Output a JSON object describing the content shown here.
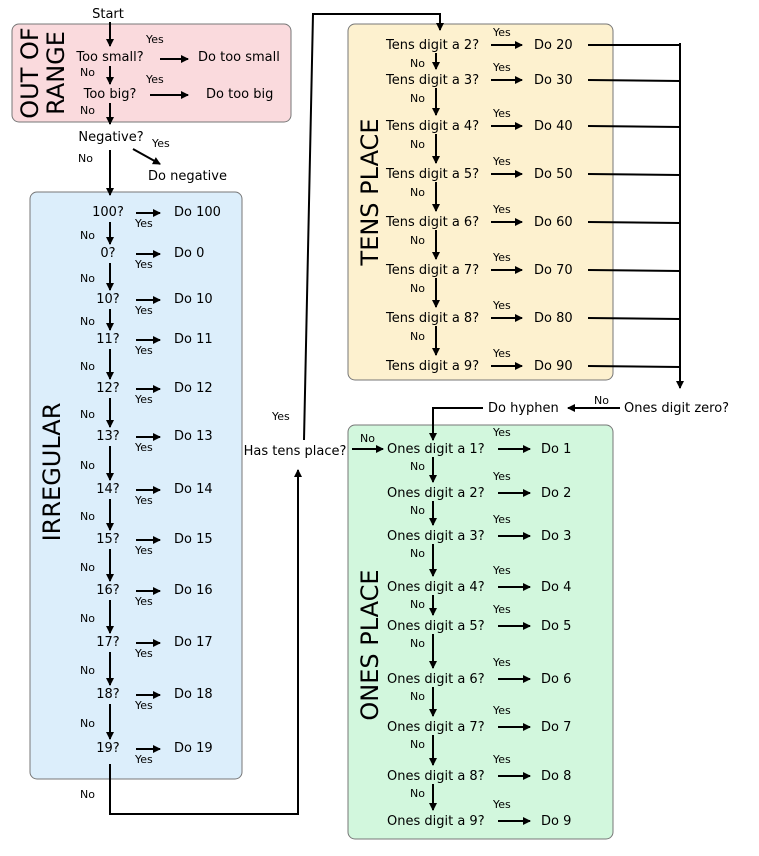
{
  "sections": {
    "out_of_range": [
      "OUT OF",
      "RANGE"
    ],
    "irregular": "IRREGULAR",
    "tens_place": "TENS PLACE",
    "ones_place": "ONES PLACE"
  },
  "labels": {
    "start": "Start",
    "too_small": "Too small?",
    "do_too_small": "Do too small",
    "too_big": "Too big?",
    "do_too_big": "Do too big",
    "negative": "Negative?",
    "do_negative": "Do negative",
    "has_tens": "Has tens place?",
    "ones_zero": "Ones digit zero?",
    "do_hyphen": "Do hyphen",
    "yes": "Yes",
    "no": "No"
  },
  "irregular_nodes": [
    {
      "q": "100?",
      "a": "Do 100"
    },
    {
      "q": "0?",
      "a": "Do 0"
    },
    {
      "q": "10?",
      "a": "Do 10"
    },
    {
      "q": "11?",
      "a": "Do 11"
    },
    {
      "q": "12?",
      "a": "Do 12"
    },
    {
      "q": "13?",
      "a": "Do 13"
    },
    {
      "q": "14?",
      "a": "Do 14"
    },
    {
      "q": "15?",
      "a": "Do 15"
    },
    {
      "q": "16?",
      "a": "Do 16"
    },
    {
      "q": "17?",
      "a": "Do 17"
    },
    {
      "q": "18?",
      "a": "Do 18"
    },
    {
      "q": "19?",
      "a": "Do 19"
    }
  ],
  "tens_nodes": [
    {
      "q": "Tens digit a 2?",
      "a": "Do 20"
    },
    {
      "q": "Tens digit a 3?",
      "a": "Do 30"
    },
    {
      "q": "Tens digit a 4?",
      "a": "Do 40"
    },
    {
      "q": "Tens digit a 5?",
      "a": "Do 50"
    },
    {
      "q": "Tens digit a 6?",
      "a": "Do 60"
    },
    {
      "q": "Tens digit a 7?",
      "a": "Do 70"
    },
    {
      "q": "Tens digit a 8?",
      "a": "Do 80"
    },
    {
      "q": "Tens digit a 9?",
      "a": "Do 90"
    }
  ],
  "ones_nodes": [
    {
      "q": "Ones digit a 1?",
      "a": "Do 1"
    },
    {
      "q": "Ones digit a 2?",
      "a": "Do 2"
    },
    {
      "q": "Ones digit a 3?",
      "a": "Do 3"
    },
    {
      "q": "Ones digit a 4?",
      "a": "Do 4"
    },
    {
      "q": "Ones digit a 5?",
      "a": "Do 5"
    },
    {
      "q": "Ones digit a 6?",
      "a": "Do 6"
    },
    {
      "q": "Ones digit a 7?",
      "a": "Do 7"
    },
    {
      "q": "Ones digit a 8?",
      "a": "Do 8"
    },
    {
      "q": "Ones digit a 9?",
      "a": "Do 9"
    }
  ],
  "colors": {
    "out_of_range": "#fadadd",
    "irregular": "#dceefb",
    "tens_place": "#fdf1cf",
    "ones_place": "#d2f7dd"
  }
}
